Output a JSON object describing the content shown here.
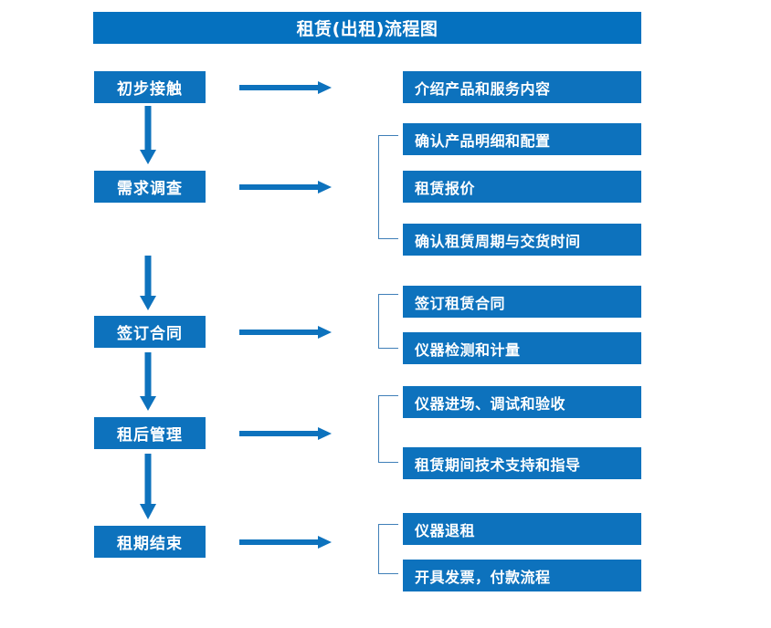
{
  "diagram": {
    "title": "租赁(出租)流程图",
    "colors": {
      "title_bar": "#0571bf",
      "box": "#0d72bd",
      "arrow": "#0d72bd",
      "bracket": "#3f7fb8",
      "text": "#ffffff",
      "background": "#ffffff"
    },
    "stages": [
      {
        "label": "初步接触"
      },
      {
        "label": "需求调查"
      },
      {
        "label": "签订合同"
      },
      {
        "label": "租后管理"
      },
      {
        "label": "租期结束"
      }
    ],
    "details": [
      {
        "label": "介绍产品和服务内容"
      },
      {
        "label": "确认产品明细和配置"
      },
      {
        "label": "租赁报价"
      },
      {
        "label": "确认租赁周期与交货时间"
      },
      {
        "label": "签订租赁合同"
      },
      {
        "label": "仪器检测和计量"
      },
      {
        "label": "仪器进场、调试和验收"
      },
      {
        "label": "租赁期间技术支持和指导"
      },
      {
        "label": "仪器退租"
      },
      {
        "label": "开具发票，付款流程"
      }
    ],
    "connectors": {
      "horizontal_arrow_count": 5,
      "vertical_arrow_count": 4,
      "bracket_count": 4
    }
  }
}
